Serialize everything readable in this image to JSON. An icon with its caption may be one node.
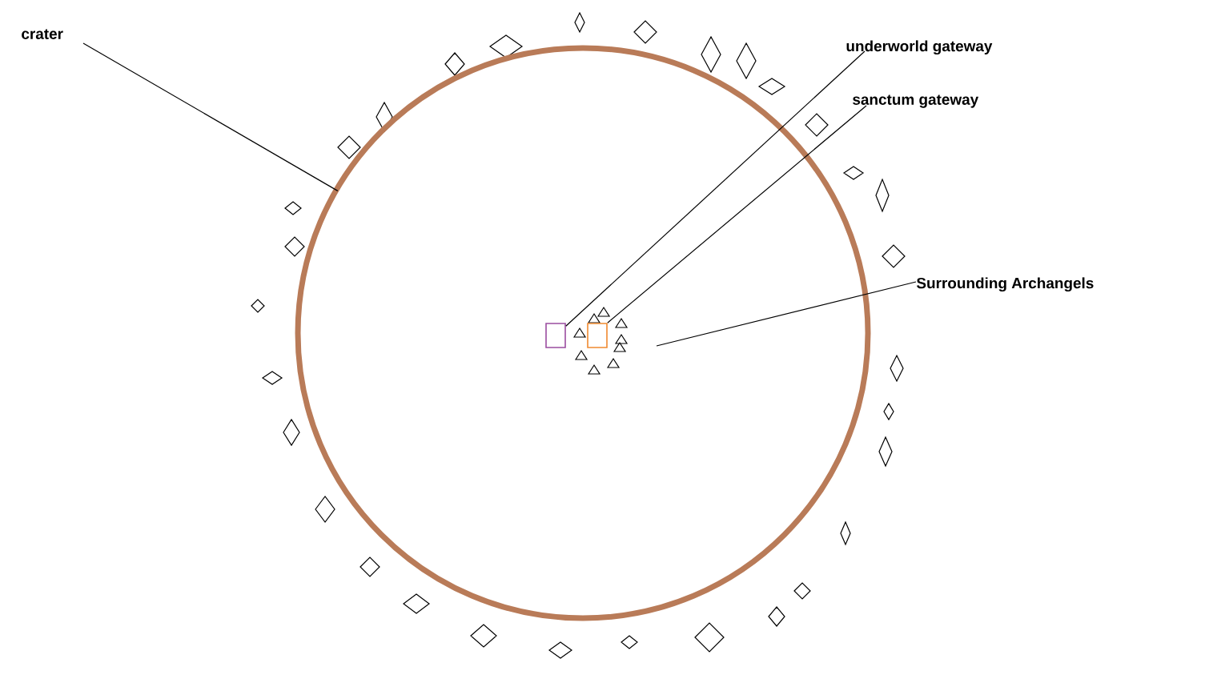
{
  "diagram": {
    "nodes": [
      {
        "text": [
          "crater"
        ]
      },
      {
        "text": [
          "underworld gateway"
        ]
      },
      {
        "text": [
          "sanctum gateway"
        ]
      },
      {
        "text": [
          "Surrounding Archangels"
        ]
      },
      {
        "text": [],
        "shape": "circle"
      },
      {
        "text": [],
        "shape": "box",
        "in": 4
      },
      {
        "text": [],
        "shape": "box",
        "in": 4
      }
    ],
    "edges": [
      {
        "from": 0,
        "to": 4,
        "arrow": "none"
      },
      {
        "from": 1,
        "to": 5,
        "arrow": "none"
      },
      {
        "from": 2,
        "to": 6,
        "arrow": "none"
      },
      {
        "from": 3,
        "to": null,
        "arrow": "none"
      }
    ]
  }
}
